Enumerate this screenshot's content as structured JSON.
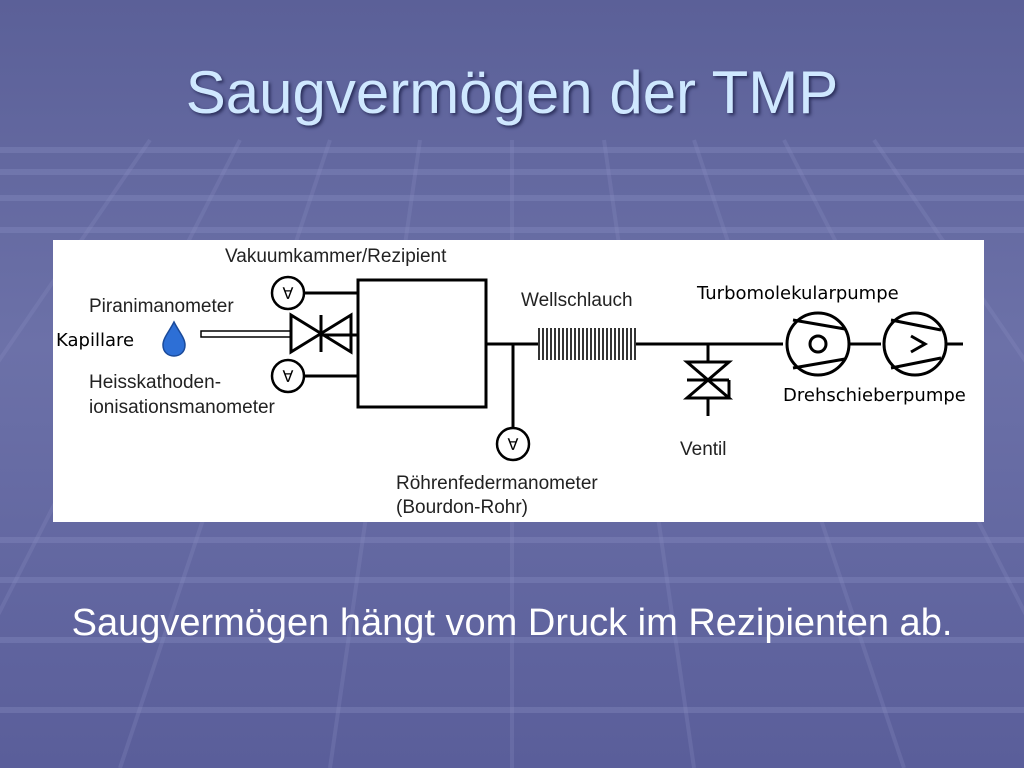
{
  "slide": {
    "title": "Saugvermögen der TMP",
    "caption": "Saugvermögen hängt vom Druck im Rezipienten ab."
  },
  "diagram": {
    "labels": {
      "chamber": "Vakuumkammer/Rezipient",
      "pirani": "Piranimanometer",
      "capillary": "Kapillare",
      "hot_cathode_1": "Heisskathoden-",
      "hot_cathode_2": "ionisationsmanometer",
      "bellows": "Wellschlauch",
      "turbo_pump": "Turbomolekularpumpe",
      "rotary_pump": "Drehschieberpumpe",
      "valve": "Ventil",
      "bourdon_1": "Röhrenfedermanometer",
      "bourdon_2": "(Bourdon-Rohr)"
    }
  },
  "colors": {
    "background": "#5a5f9a",
    "title": "#cfe8ff",
    "caption": "#ffffff",
    "droplet": "#2d6fd6"
  }
}
